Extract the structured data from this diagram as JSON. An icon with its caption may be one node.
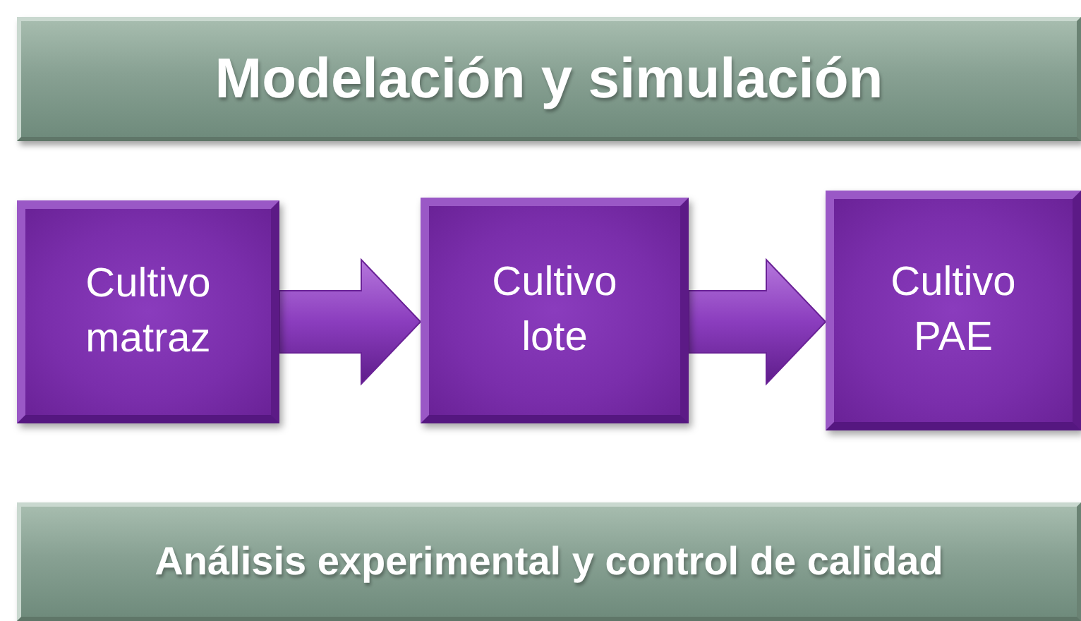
{
  "diagram": {
    "nodes": [
      {
        "text": [
          "Modelación y simulación"
        ]
      },
      {
        "text": [
          "Cultivo matraz"
        ]
      },
      {
        "text": [
          "Cultivo lote"
        ]
      },
      {
        "text": [
          "Cultivo PAE"
        ]
      },
      {
        "text": [
          "Análisis experimental y control de calidad"
        ]
      }
    ],
    "edges": [
      {
        "from": 1,
        "to": 2,
        "arrow": "to"
      },
      {
        "from": 2,
        "to": 3,
        "arrow": "to"
      }
    ]
  }
}
